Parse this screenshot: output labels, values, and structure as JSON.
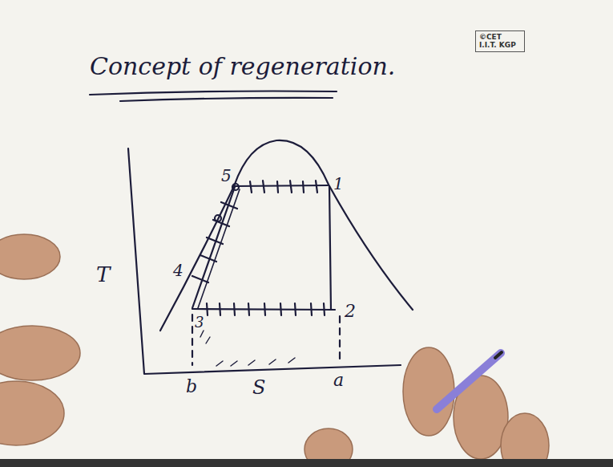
{
  "diagram": {
    "title": "Concept of regeneration.",
    "nodes": [
      {
        "text": [
          "©CET I.I.T. KGP"
        ]
      }
    ],
    "labels": [
      "T",
      "5",
      "1",
      "4",
      "3",
      "2",
      "b",
      "S",
      "a"
    ]
  }
}
